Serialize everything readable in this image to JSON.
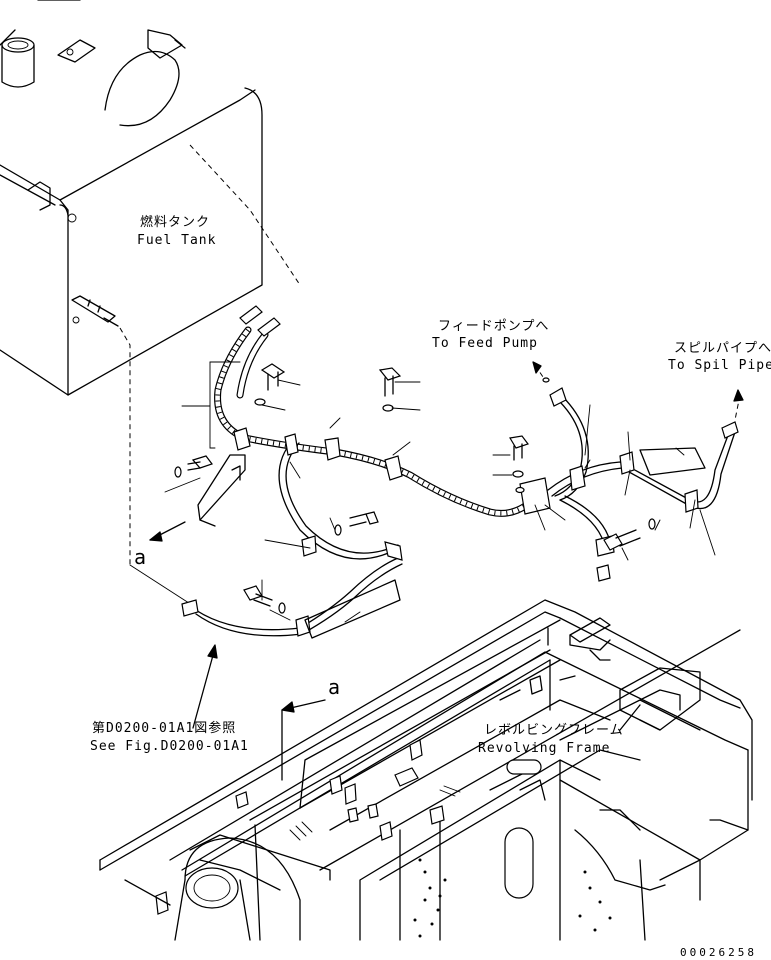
{
  "labels": {
    "fuel_tank": {
      "jp": "燃料タンク",
      "en": "Fuel Tank"
    },
    "feed_pump": {
      "jp": "フィードポンプへ",
      "en": "To Feed Pump"
    },
    "spill_pipe": {
      "jp": "スピルパイプへ",
      "en": "To Spil Pipe"
    },
    "see_fig": {
      "jp": "第D0200-01A1図参照",
      "en": "See Fig.D0200-01A1"
    },
    "revolving_frame": {
      "jp": "レボルビングフレーム",
      "en": "Revolving Frame"
    },
    "view_a_left": "a",
    "view_a_right": "a"
  },
  "drawing_number": "00026258"
}
